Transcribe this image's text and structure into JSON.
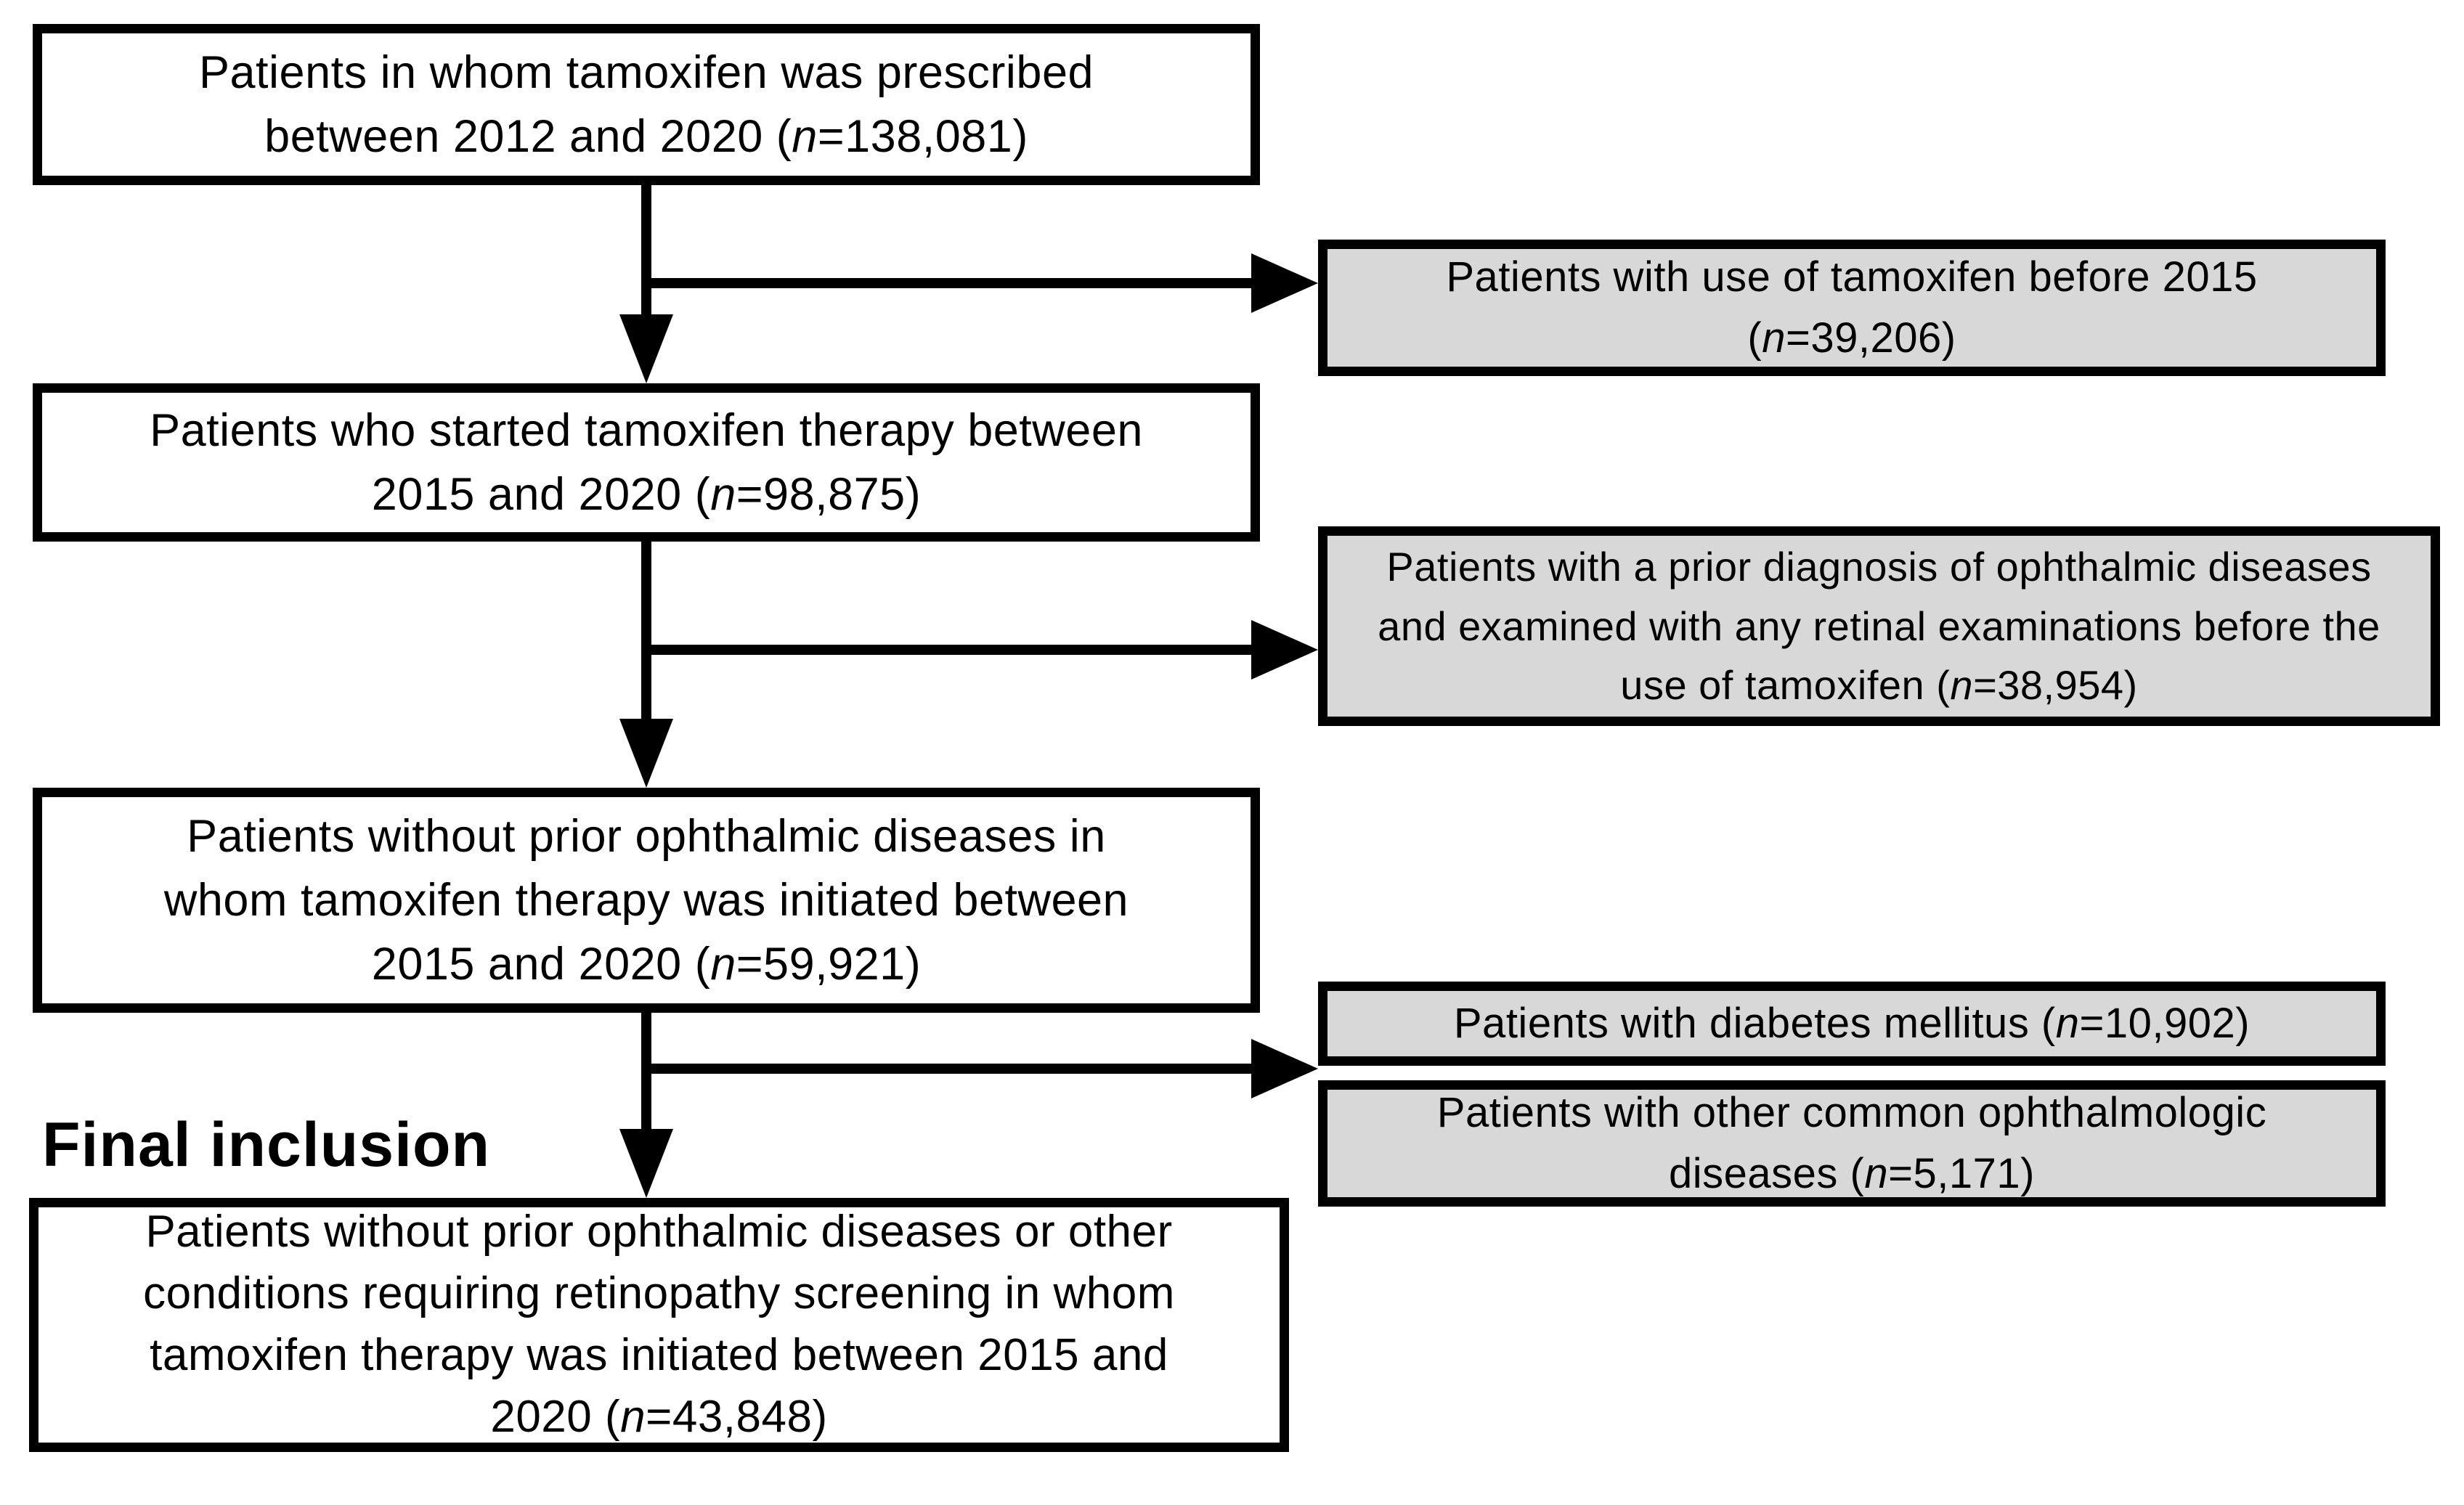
{
  "figure": {
    "type": "patient-flow-diagram",
    "final_inclusion_label": "Final inclusion",
    "colors": {
      "main_box_fill": "#ffffff",
      "exclusion_box_fill": "#d8d8d8",
      "border": "#000000",
      "arrow": "#000000",
      "text": "#000000"
    },
    "main_boxes": [
      {
        "name": "prescribed-2012-2020",
        "text": "Patients in whom tamoxifen was prescribed\nbetween 2012 and 2020 (n=138,081)"
      },
      {
        "name": "started-therapy-2015-2020",
        "text": "Patients who started tamoxifen therapy between\n2015 and 2020 (n=98,875)"
      },
      {
        "name": "without-prior-ophthalmic-diseases",
        "text": "Patients without prior ophthalmic diseases in\nwhom tamoxifen therapy was initiated between\n2015 and 2020 (n=59,921)"
      },
      {
        "name": "final-inclusion-cohort",
        "text": "Patients without prior ophthalmic diseases or other\nconditions requiring retinopathy screening in whom\ntamoxifen therapy was initiated between 2015 and\n2020 (n=43,848)"
      }
    ],
    "exclusion_boxes": [
      {
        "name": "use-of-tamoxifen-before-2015",
        "text": "Patients with use of tamoxifen before 2015\n(n=39,206)"
      },
      {
        "name": "prior-diagnosis-ophthalmic-diseases",
        "text": "Patients with a prior diagnosis of ophthalmic diseases\nand examined with any retinal examinations before the\nuse of tamoxifen (n=38,954)"
      },
      {
        "name": "diabetes-mellitus",
        "text": "Patients with diabetes mellitus (n=10,902)"
      },
      {
        "name": "other-common-ophthalmologic-diseases",
        "text": "Patients with other common ophthalmologic\ndiseases (n=5,171)"
      }
    ]
  }
}
